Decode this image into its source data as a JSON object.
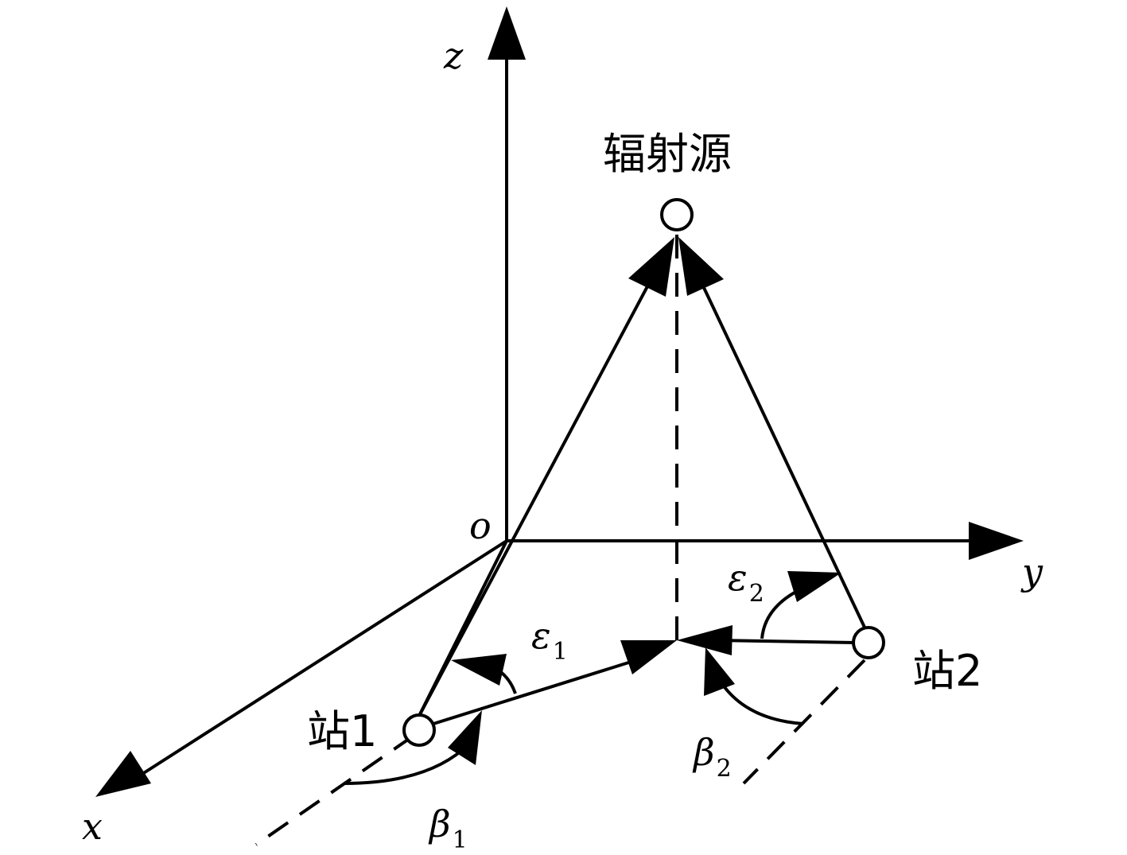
{
  "axes": {
    "x_label": "x",
    "y_label": "y",
    "z_label": "z",
    "origin_label": "o"
  },
  "source": {
    "label": "辐射源"
  },
  "station1": {
    "label": "站1",
    "elevation_symbol": "ε",
    "elevation_sub": "1",
    "azimuth_symbol": "β",
    "azimuth_sub": "1"
  },
  "station2": {
    "label": "站2",
    "elevation_symbol": "ε",
    "elevation_sub": "2",
    "azimuth_symbol": "β",
    "azimuth_sub": "2"
  }
}
